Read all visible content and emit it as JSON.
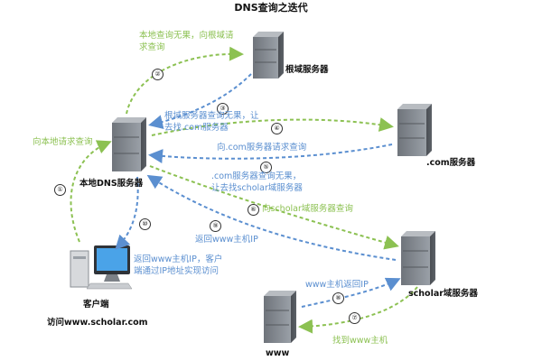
{
  "title": "DNS查询之迭代",
  "nodes": {
    "local_dns": "本地DNS服务器",
    "root": "根域服务器",
    "com": ".com服务器",
    "scholar": "scholar域服务器",
    "www": "www",
    "client": "客户端",
    "client_caption": "访问www.scholar.com"
  },
  "steps": {
    "s1": {
      "num": "①",
      "text": "向本地请求查询"
    },
    "s2": {
      "num": "②",
      "line1": "本地查询无果，向根域请",
      "line2": "求查询"
    },
    "s3": {
      "num": "③",
      "line1": "根域服务器查询无果，让",
      "line2": "去找.com服务器"
    },
    "s4": {
      "num": "④",
      "text": "向.com服务器请求查询"
    },
    "s5": {
      "num": "⑤",
      "line1": ".com服务器查询无果，",
      "line2": "让去找scholar域服务器"
    },
    "s6": {
      "num": "⑥",
      "text": "向scholar域服务器查询"
    },
    "s7": {
      "num": "⑦",
      "text": "找到www主机"
    },
    "s8": {
      "num": "⑧",
      "text": "www主机返回IP"
    },
    "s9": {
      "num": "⑨",
      "text": "返回www主机IP"
    },
    "s10": {
      "num": "⑩",
      "line1": "返回www主机IP，客户",
      "line2": "端通过IP地址实现访问"
    }
  },
  "colors": {
    "request": "#8cc152",
    "response": "#5b8fd0"
  }
}
